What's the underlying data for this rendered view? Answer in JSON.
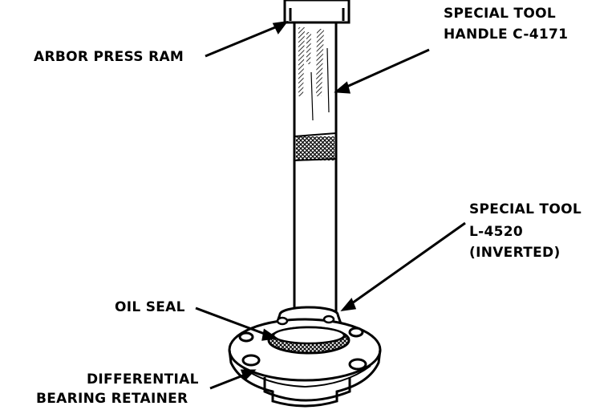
{
  "labels": {
    "arbor_press_ram": "ARBOR PRESS RAM",
    "handle_line1": "SPECIAL TOOL",
    "handle_line2": "HANDLE C-4171",
    "tool_line1": "SPECIAL TOOL",
    "tool_line2": "L-4520",
    "tool_line3": "(INVERTED)",
    "oil_seal": "OIL SEAL",
    "retainer_line1": "DIFFERENTIAL",
    "retainer_line2": "BEARING RETAINER"
  },
  "colors": {
    "ink": "#000000",
    "paper": "#ffffff"
  }
}
